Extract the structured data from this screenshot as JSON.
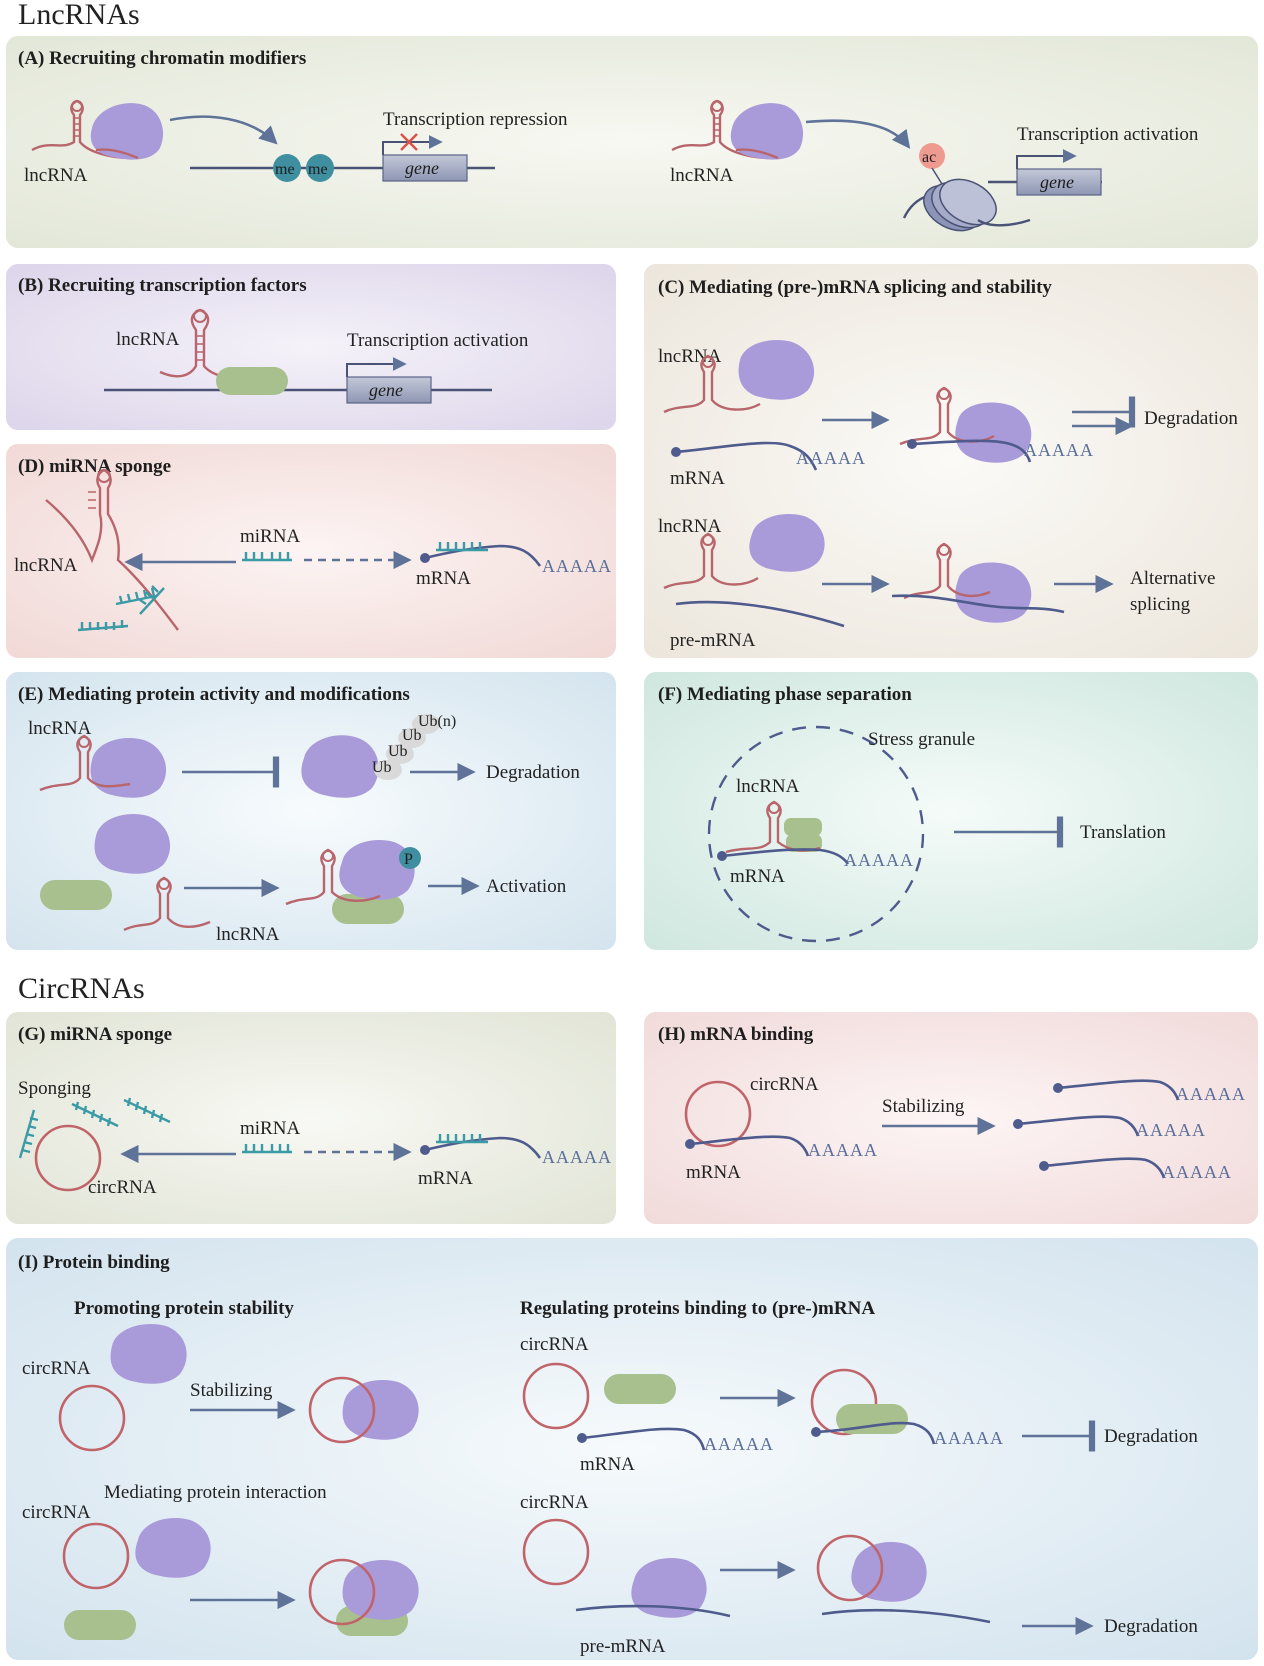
{
  "sections": {
    "lnc": "LncRNAs",
    "circ": "CircRNAs"
  },
  "panels": {
    "A": {
      "title": "(A)  Recruiting chromatin modifiers",
      "left_lnc": "lncRNA",
      "repression": "Transcription repression",
      "me1": "me",
      "me2": "me",
      "gene_left": "gene",
      "right_lnc": "lncRNA",
      "ac": "ac",
      "activation": "Transcription activation",
      "gene_right": "gene"
    },
    "B": {
      "title": "(B)  Recruiting transcription factors",
      "lnc": "lncRNA",
      "activation": "Transcription activation",
      "gene": "gene"
    },
    "C": {
      "title": "(C)  Mediating (pre-)mRNA splicing and stability",
      "lnc1": "lncRNA",
      "mrna": "mRNA",
      "polyA1": "AAAAA",
      "polyA2": "AAAAA",
      "degradation": "Degradation",
      "lnc2": "lncRNA",
      "premrna": "pre-mRNA",
      "alt1": "Alternative",
      "alt2": "splicing"
    },
    "D": {
      "title": "(D)  miRNA sponge",
      "lnc": "lncRNA",
      "mirna": "miRNA",
      "mrna": "mRNA",
      "polyA": "AAAAA"
    },
    "E": {
      "title": "(E)  Mediating protein activity and modifications",
      "lnc1": "lncRNA",
      "ub1": "Ub",
      "ub2": "Ub",
      "ub3": "Ub",
      "ubn": "Ub(n)",
      "degradation": "Degradation",
      "p": "P",
      "activation": "Activation",
      "lnc2": "lncRNA"
    },
    "F": {
      "title": "(F)  Mediating phase separation",
      "stress": "Stress granule",
      "lnc": "lncRNA",
      "mrna": "mRNA",
      "polyA": "AAAAA",
      "translation": "Translation"
    },
    "G": {
      "title": "(G)  miRNA sponge",
      "sponging": "Sponging",
      "mirna": "miRNA",
      "circ": "circRNA",
      "mrna": "mRNA",
      "polyA": "AAAAA"
    },
    "H": {
      "title": "(H)  mRNA binding",
      "circ": "circRNA",
      "stabilizing": "Stabilizing",
      "mrna": "mRNA",
      "polyA": "AAAAA",
      "polyA_a": "AAAAA",
      "polyA_b": "AAAAA",
      "polyA_c": "AAAAA"
    },
    "I": {
      "title": "(I)  Protein binding",
      "promoting": "Promoting protein stability",
      "circ1": "circRNA",
      "stabilizing": "Stabilizing",
      "mediating": "Mediating protein interaction",
      "circ2": "circRNA",
      "regulating": "Regulating proteins binding to (pre-)mRNA",
      "circ3": "circRNA",
      "mrna": "mRNA",
      "polyA1": "AAAAA",
      "polyA2": "AAAAA",
      "degradation1": "Degradation",
      "circ4": "circRNA",
      "premrna": "pre-mRNA",
      "degradation2": "Degradation"
    }
  },
  "colors": {
    "panelA": "#e9ece0",
    "panelB": "#e6e0ef",
    "panelC": "#f1ede6",
    "panelD": "#f5e4e2",
    "panelE": "#dfeaf1",
    "panelF": "#dceee8",
    "panelG": "#e9ebe1",
    "panelH": "#f5e4e4",
    "panelI": "#dde9f0",
    "protein": "#a99bd9",
    "green": "#a7c08d",
    "lncRNA": "#b8656c",
    "mRNA": "#4e5b8c",
    "miRNA": "#3a9aa6"
  }
}
